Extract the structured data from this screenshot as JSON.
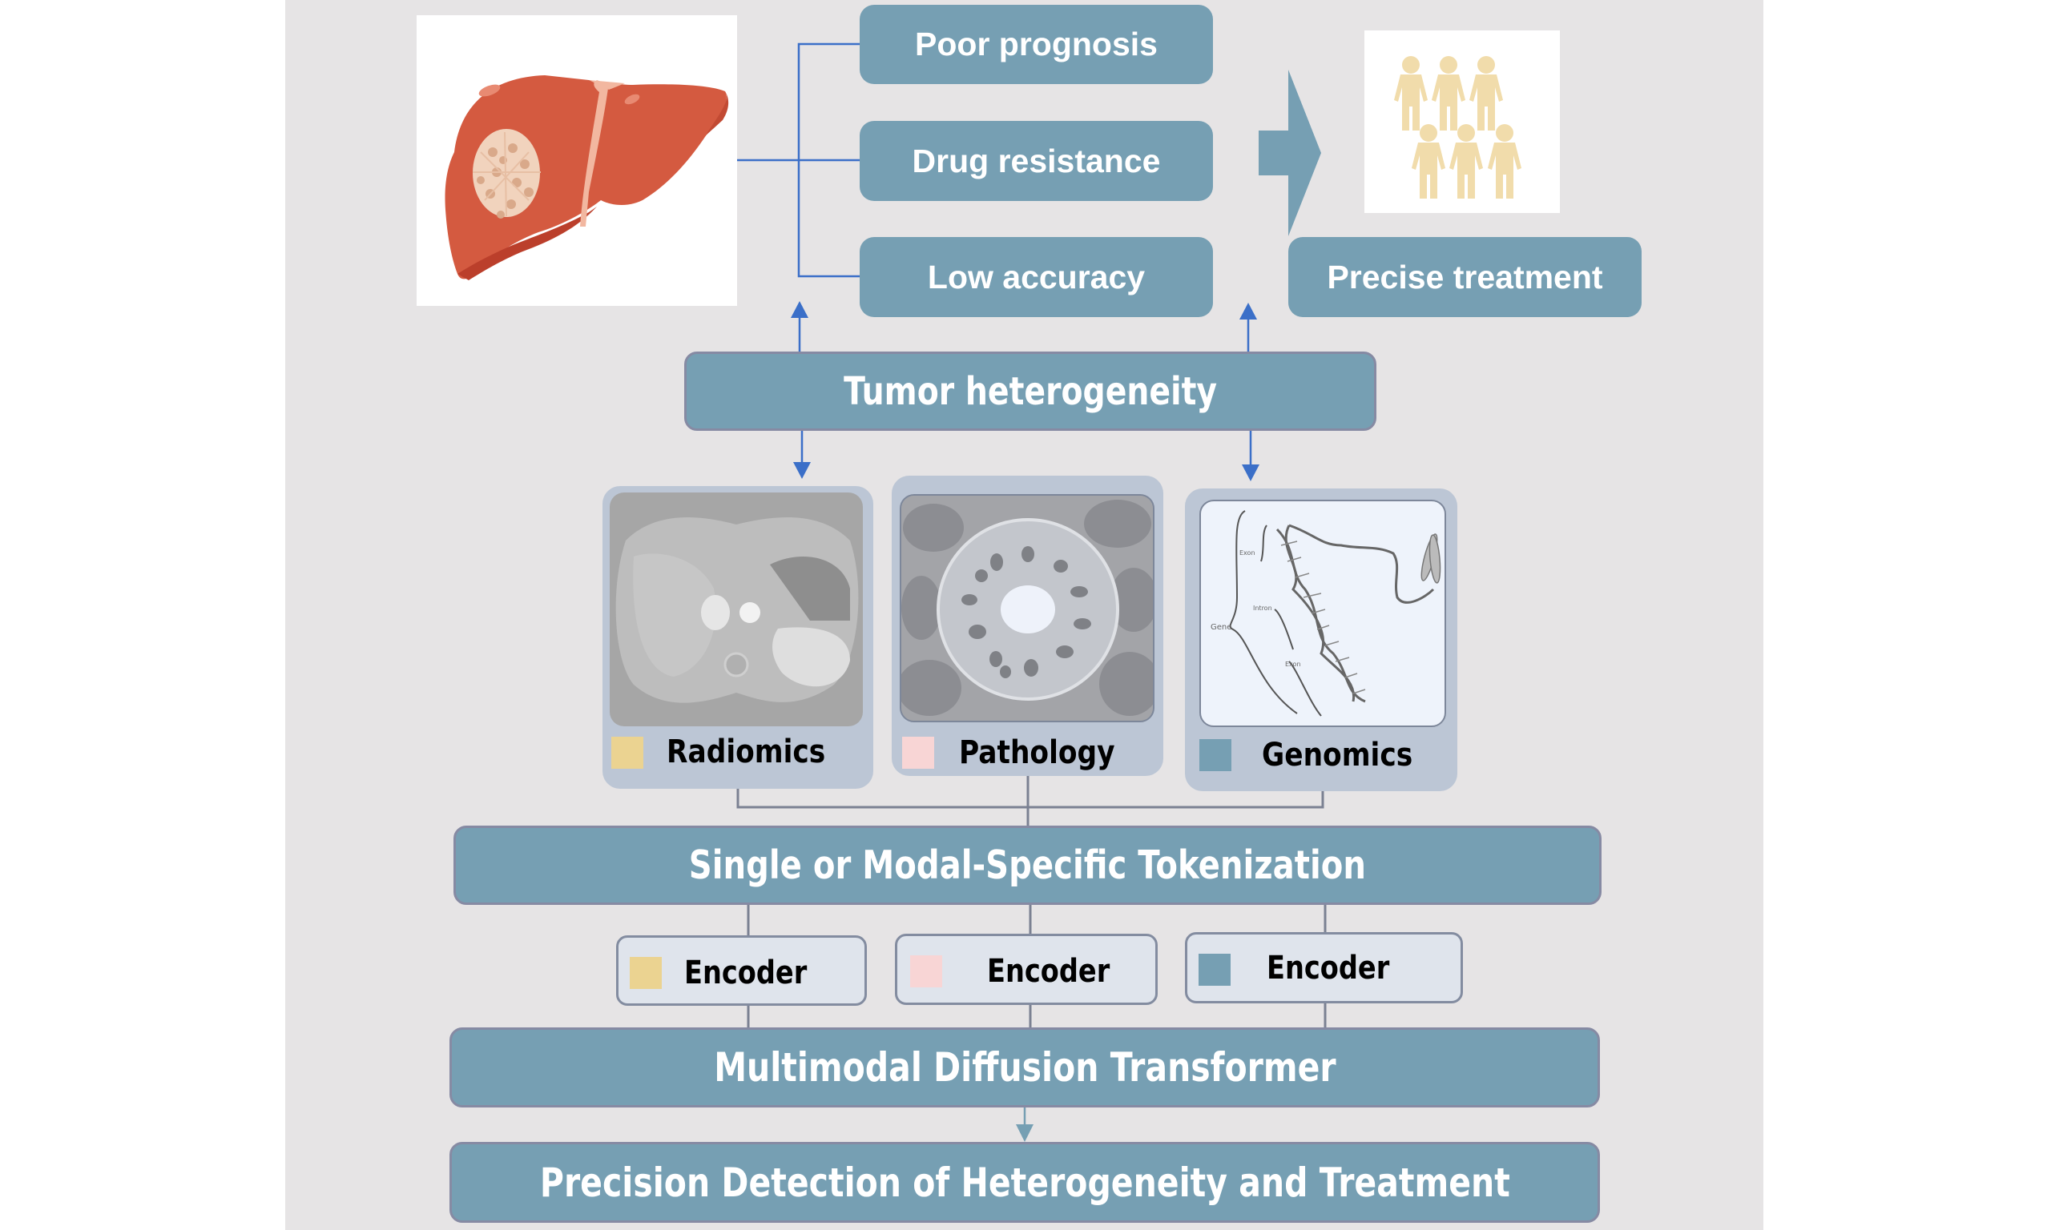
{
  "colors": {
    "panel_bg": "#e6e4e5",
    "box_fill": "#769fb3",
    "box_border": "#868aa3",
    "modal_panel": "#bcc6d5",
    "encoder_fill": "#dfe4ec",
    "arrow_blue": "#3b6fc8",
    "connector_gray": "#7b8192",
    "radiomics_swatch": "#ebd391",
    "pathology_swatch": "#f8d5d5",
    "genomics_swatch": "#769fb3",
    "people_color": "#f1dcab",
    "liver_color": "#d45a40"
  },
  "top": {
    "problems": [
      {
        "label": "Poor prognosis"
      },
      {
        "label": "Drug resistance"
      },
      {
        "label": "Low accuracy"
      }
    ],
    "outcome": {
      "label": "Precise treatment"
    },
    "liver_image": "liver-tumor-illustration",
    "people_image": "patient-group-illustration"
  },
  "center": {
    "label": "Tumor heterogeneity"
  },
  "modalities": [
    {
      "label": "Radiomics",
      "image": "abdominal-mri-scan"
    },
    {
      "label": "Pathology",
      "image": "histology-gland-section"
    },
    {
      "label": "Genomics",
      "image": "dna-gene-diagram",
      "annotations": [
        "Exon",
        "Intron",
        "Gene",
        "Exon"
      ]
    }
  ],
  "pipeline": {
    "tokenization": "Single or Modal-Specific Tokenization",
    "encoders": [
      {
        "label": "Encoder"
      },
      {
        "label": "Encoder"
      },
      {
        "label": "Encoder"
      }
    ],
    "transformer": "Multimodal Diffusion Transformer",
    "output": "Precision Detection of Heterogeneity and Treatment"
  }
}
